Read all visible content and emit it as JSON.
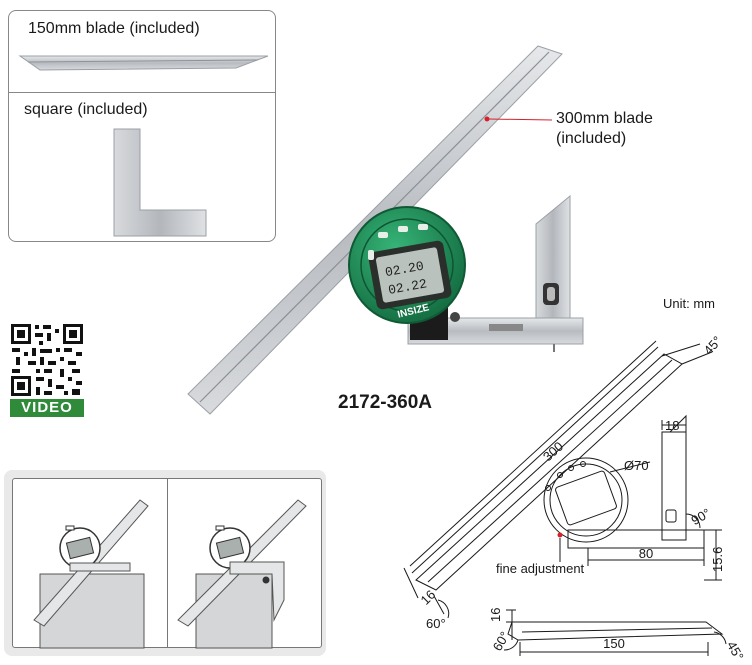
{
  "accessories": {
    "blade150_label": "150mm blade (included)",
    "square_label": "square (included)"
  },
  "main_product": {
    "blade300_label_line1": "300mm blade",
    "blade300_label_line2": "(included)",
    "model": "2172-360A",
    "brand": "INSIZE",
    "display_value_top": "02.20",
    "display_value_bottom": "02.22"
  },
  "qr": {
    "tag": "VIDEO"
  },
  "dimensions": {
    "unit": "Unit: mm",
    "blade_length": "300",
    "dial_diameter": "Ø70",
    "angle_top": "45°",
    "square_width": "18",
    "square_angle": "90°",
    "base_length": "80",
    "base_height": "15.6",
    "blade_width": "16",
    "blade_angle": "60°",
    "fine_adjustment": "fine adjustment",
    "small_blade_length": "150",
    "small_blade_width": "16",
    "small_blade_angle_left": "60°",
    "small_blade_angle_right": "45°"
  },
  "colors": {
    "housing_green": "#1f8a56",
    "display_gray": "#b9c2bd",
    "steel": "#c9ccd0",
    "video_green": "#2f8a3a",
    "marker_red": "#d8202a"
  }
}
